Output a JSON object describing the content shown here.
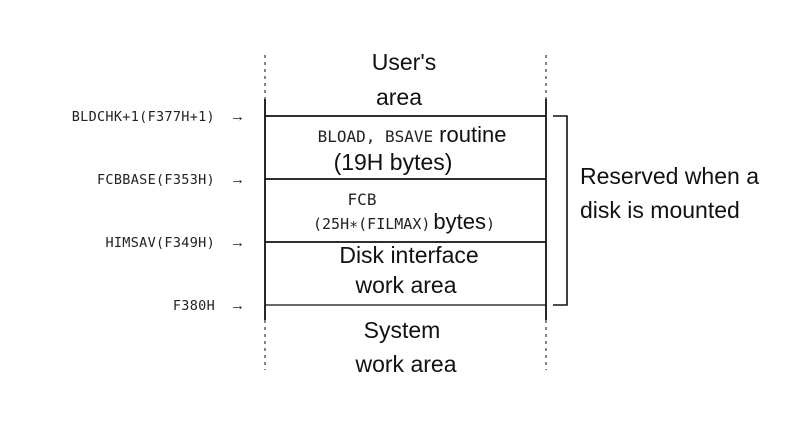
{
  "regions": {
    "users_area": [
      "User's",
      "area"
    ],
    "bload_routine": {
      "line1_prefix": "BLOAD, BSAVE",
      "line1_suffix": "routine",
      "line2": "(19H bytes)"
    },
    "fcb": {
      "line1": "FCB",
      "line2_prefix": "(25H∗(FILMAX)",
      "line2_suffix": "bytes",
      "line2_paren": ")"
    },
    "disk_interface": [
      "Disk interface",
      "work area"
    ],
    "system_work_area": [
      "System",
      "work area"
    ]
  },
  "addresses": [
    {
      "label": "BLDCHK+1(F377H+1)",
      "arrow": "→"
    },
    {
      "label": "FCBBASE(F353H)",
      "arrow": "→"
    },
    {
      "label": "HIMSAV(F349H)",
      "arrow": "→"
    },
    {
      "label": "F380H",
      "arrow": "→"
    }
  ],
  "reserved_note": [
    "Reserved when a",
    "disk is mounted"
  ]
}
